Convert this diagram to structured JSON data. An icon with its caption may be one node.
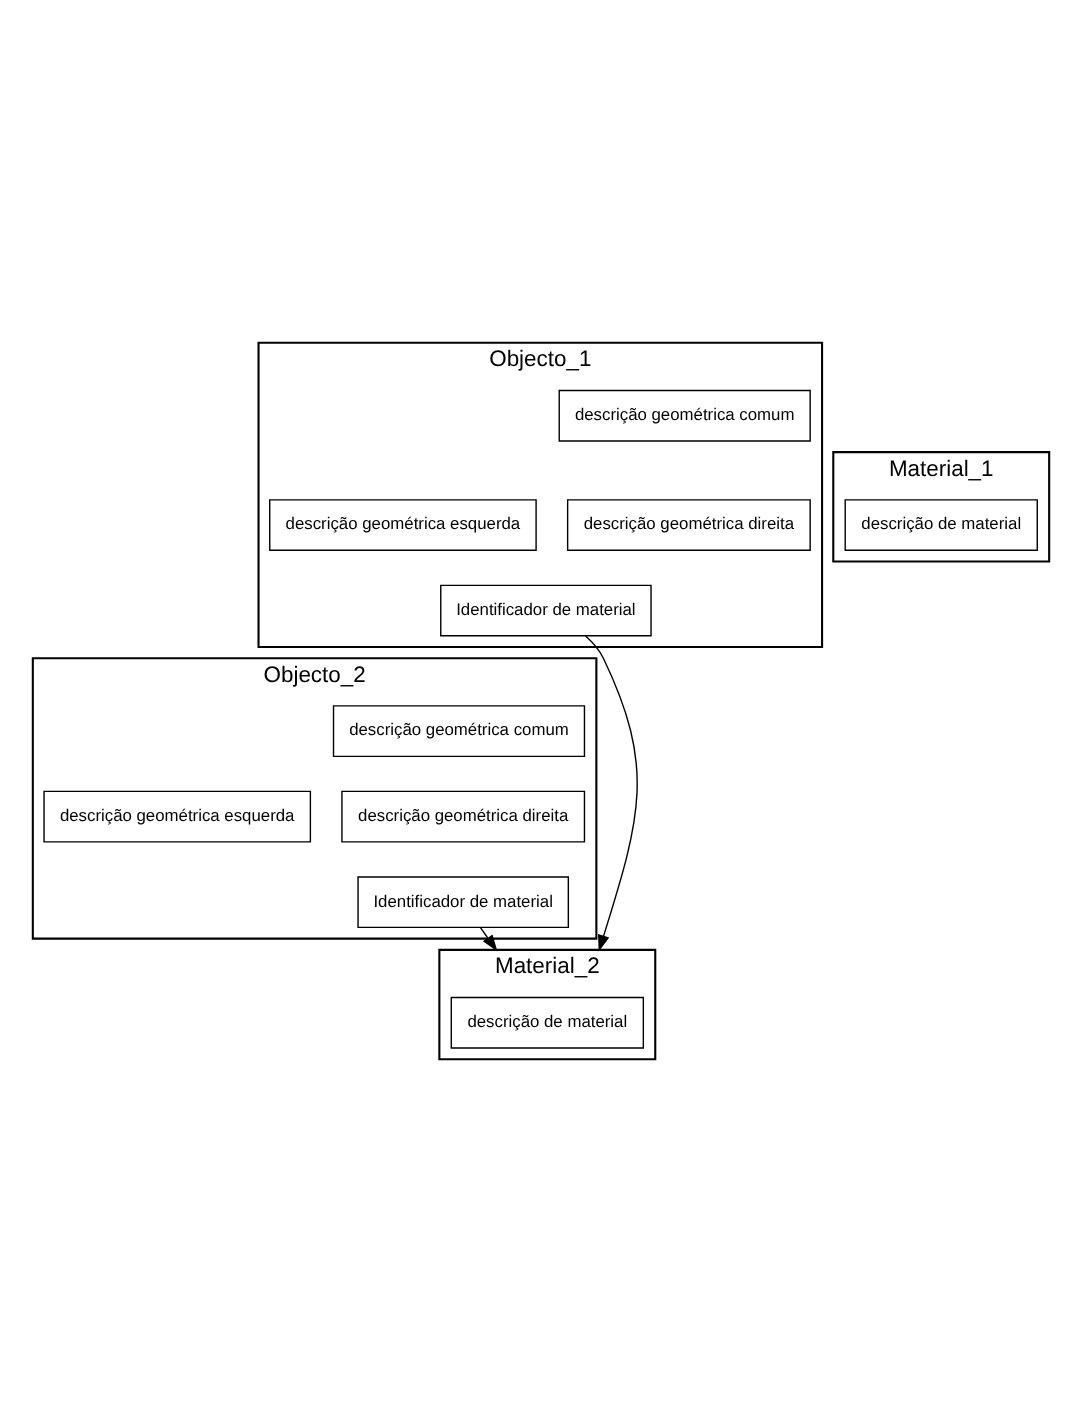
{
  "diagram": {
    "nodes": [
      {
        "text": [
          "Objecto_1"
        ]
      },
      {
        "text": [
          "descrição geométrica comum"
        ],
        "in": 0
      },
      {
        "text": [
          "descrição geométrica esquerda"
        ],
        "in": 0
      },
      {
        "text": [
          "descrição geométrica direita"
        ],
        "in": 0
      },
      {
        "text": [
          "Identificador de material"
        ],
        "in": 0
      },
      {
        "text": [
          "Material_1"
        ]
      },
      {
        "text": [
          "descrição de material"
        ],
        "in": 5
      },
      {
        "text": [
          "Objecto_2"
        ]
      },
      {
        "text": [
          "descrição geométrica comum"
        ],
        "in": 7
      },
      {
        "text": [
          "descrição geométrica esquerda"
        ],
        "in": 7
      },
      {
        "text": [
          "descrição geométrica direita"
        ],
        "in": 7
      },
      {
        "text": [
          "Identificador de material"
        ],
        "in": 7
      },
      {
        "text": [
          "Material_2"
        ]
      },
      {
        "text": [
          "descrição de material"
        ],
        "in": 12
      }
    ],
    "edges": [
      {
        "from": 4,
        "to": 12,
        "arrow": "to"
      },
      {
        "from": 11,
        "to": 12,
        "arrow": "to"
      }
    ]
  }
}
